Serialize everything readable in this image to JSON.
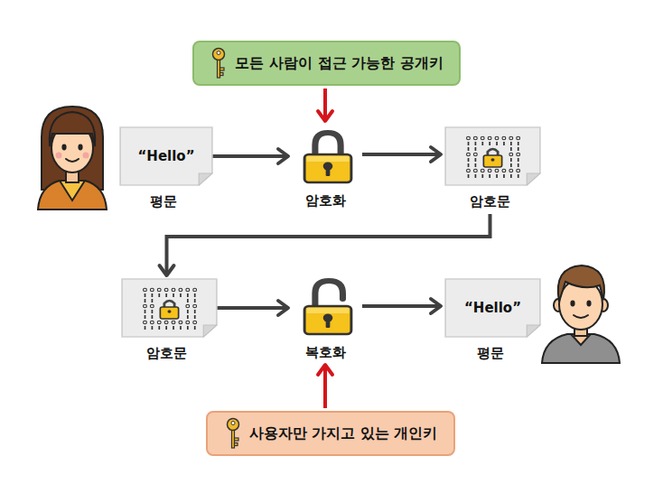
{
  "diagram": {
    "nodes": [
      {
        "text": [
          "모든 사람이 접근 가능한 공개키"
        ]
      },
      {
        "text": [
          "“Hello”",
          "평문"
        ]
      },
      {
        "text": [
          "암호화"
        ]
      },
      {
        "text": [
          "암호문"
        ]
      },
      {
        "text": [
          "암호문"
        ]
      },
      {
        "text": [
          "복호화"
        ]
      },
      {
        "text": [
          "“Hello”",
          "평문"
        ]
      },
      {
        "text": [
          "사용자만 가지고 있는 개인키"
        ]
      }
    ],
    "edges": [
      {
        "from": 0,
        "to": 2,
        "arrow": "to"
      },
      {
        "from": 1,
        "to": 2,
        "arrow": "to"
      },
      {
        "from": 2,
        "to": 3,
        "arrow": "to"
      },
      {
        "from": 3,
        "to": 4,
        "arrow": "to"
      },
      {
        "from": 4,
        "to": 5,
        "arrow": "to"
      },
      {
        "from": 5,
        "to": 6,
        "arrow": "to"
      },
      {
        "from": 7,
        "to": 5,
        "arrow": "to"
      }
    ]
  }
}
